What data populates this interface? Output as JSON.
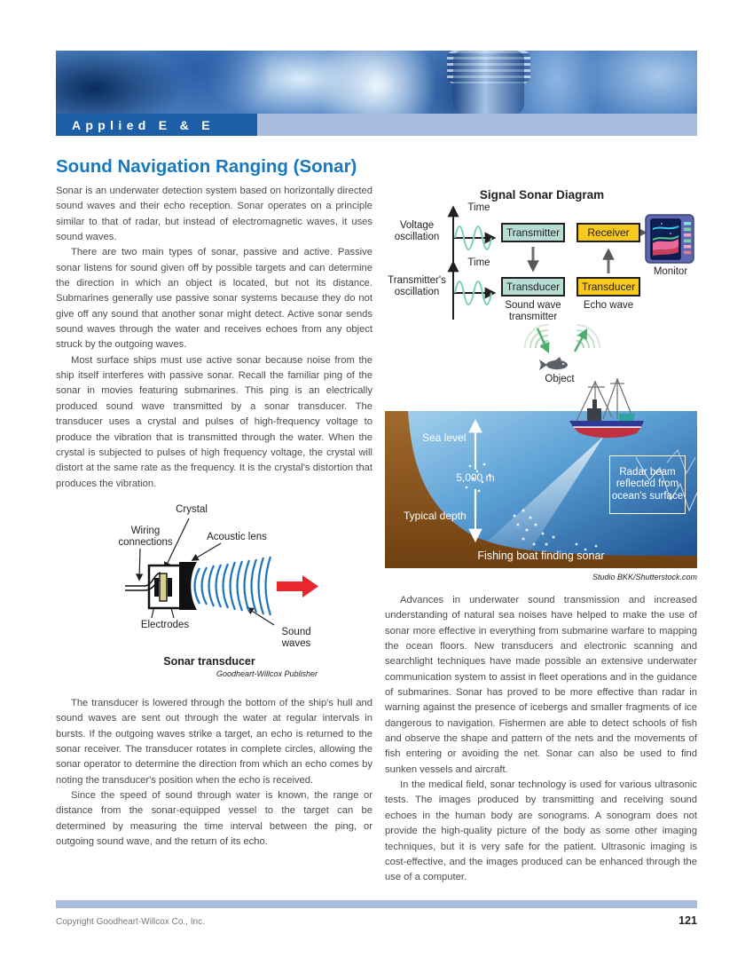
{
  "colors": {
    "accent_blue": "#1878be",
    "band_dark_blue": "#1c5fa6",
    "band_light_blue": "#a9bcdf",
    "teal_box": "#b5ddd4",
    "yellow_box": "#f7c81d",
    "sine_wave_teal": "#7fceb8",
    "sound_wave_blue": "#1b74bc",
    "arrow_red": "#e8262c"
  },
  "header": {
    "section_label": "Applied E & E"
  },
  "title": "Sound Navigation Ranging (Sonar)",
  "left_column": {
    "paragraphs": [
      "Sonar is an underwater detection system based on horizontally directed sound waves and their echo reception. Sonar operates on a principle similar to that of radar, but instead of electromagnetic waves, it uses sound waves.",
      "There are two main types of sonar, passive and active. Passive sonar listens for sound given off by possible targets and can determine the direction in which an object is located, but not its distance. Submarines generally use passive sonar systems because they do not give off any sound that another sonar might detect. Active sonar sends sound waves through the water and receives echoes from any object struck by the outgoing waves.",
      "Most surface ships must use active sonar because noise from the ship itself interferes with passive sonar. Recall the familiar ping of the sonar in movies featuring submarines. This ping is an electrically produced sound wave transmitted by a sonar transducer. The transducer uses a crystal and pulses of high-frequency voltage to produce the vibration that is transmitted through the water. When the crystal is subjected to pulses of high frequency voltage, the crystal will distort at the same rate as the frequency. It is the crystal's distortion that produces the vibration."
    ]
  },
  "transducer_figure": {
    "label_crystal": "Crystal",
    "label_wiring": "Wiring connections",
    "label_acoustic_lens": "Acoustic lens",
    "label_electrodes": "Electrodes",
    "label_sound_waves": "Sound waves",
    "caption": "Sonar transducer",
    "credit": "Goodheart-Willcox Publisher"
  },
  "left_column_lower": {
    "paragraphs": [
      "The transducer is lowered through the bottom of the ship's hull and sound waves are sent out through the water at regular intervals in bursts. If the outgoing waves strike a target, an echo is returned to the sonar receiver. The transducer rotates in complete circles, allowing the sonar operator to determine the direction from which an echo comes by noting the transducer's position when the echo is received.",
      "Since the speed of sound through water is known, the range or distance from the sonar-equipped vessel to the target can be determined by measuring the time interval between the ping, or outgoing sound wave, and the return of its echo."
    ]
  },
  "signal_diagram": {
    "title": "Signal Sonar Diagram",
    "label_voltage": "Voltage oscillation",
    "label_time_top": "Time",
    "label_time_bottom": "Time",
    "box_transmitter": "Transmitter",
    "box_receiver": "Receiver",
    "label_monitor": "Monitor",
    "label_transmitters_oscillation": "Transmitter's oscillation",
    "box_transducer_send": "Transducer",
    "box_transducer_echo": "Transducer",
    "label_sound_wave_transmitter": "Sound wave transmitter",
    "label_echo_wave": "Echo wave",
    "label_object": "Object"
  },
  "ocean_figure": {
    "label_sea_level": "Sea level",
    "label_depth": "5,000 m",
    "label_typical_depth": "Typical depth",
    "label_radar_box": "Radar beam reflected from ocean's surface",
    "caption": "Fishing boat finding sonar",
    "credit": "Studio BKK/Shutterstock.com"
  },
  "right_column": {
    "paragraphs": [
      "Advances in underwater sound transmission and increased understanding of natural sea noises have helped to make the use of sonar more effective in everything from submarine warfare to mapping the ocean floors. New transducers and electronic scanning and searchlight techniques have made possible an extensive underwater communication system to assist in fleet operations and in the guidance of submarines. Sonar has proved to be more effective than radar in warning against the presence of icebergs and smaller fragments of ice dangerous to navigation. Fishermen are able to detect schools of fish and observe the shape and pattern of the nets and the movements of fish entering or avoiding the net. Sonar can also be used to find sunken vessels and aircraft.",
      "In the medical field, sonar technology is used for various ultrasonic tests. The images produced by transmitting and receiving sound echoes in the human body are sonograms. A sonogram does not provide the high-quality picture of the body as some other imaging techniques, but it is very safe for the patient. Ultrasonic imaging is cost-effective, and the images produced can be enhanced through the use of a computer."
    ]
  },
  "footer": {
    "copyright": "Copyright Goodheart-Willcox Co., Inc.",
    "page_number": "121"
  }
}
